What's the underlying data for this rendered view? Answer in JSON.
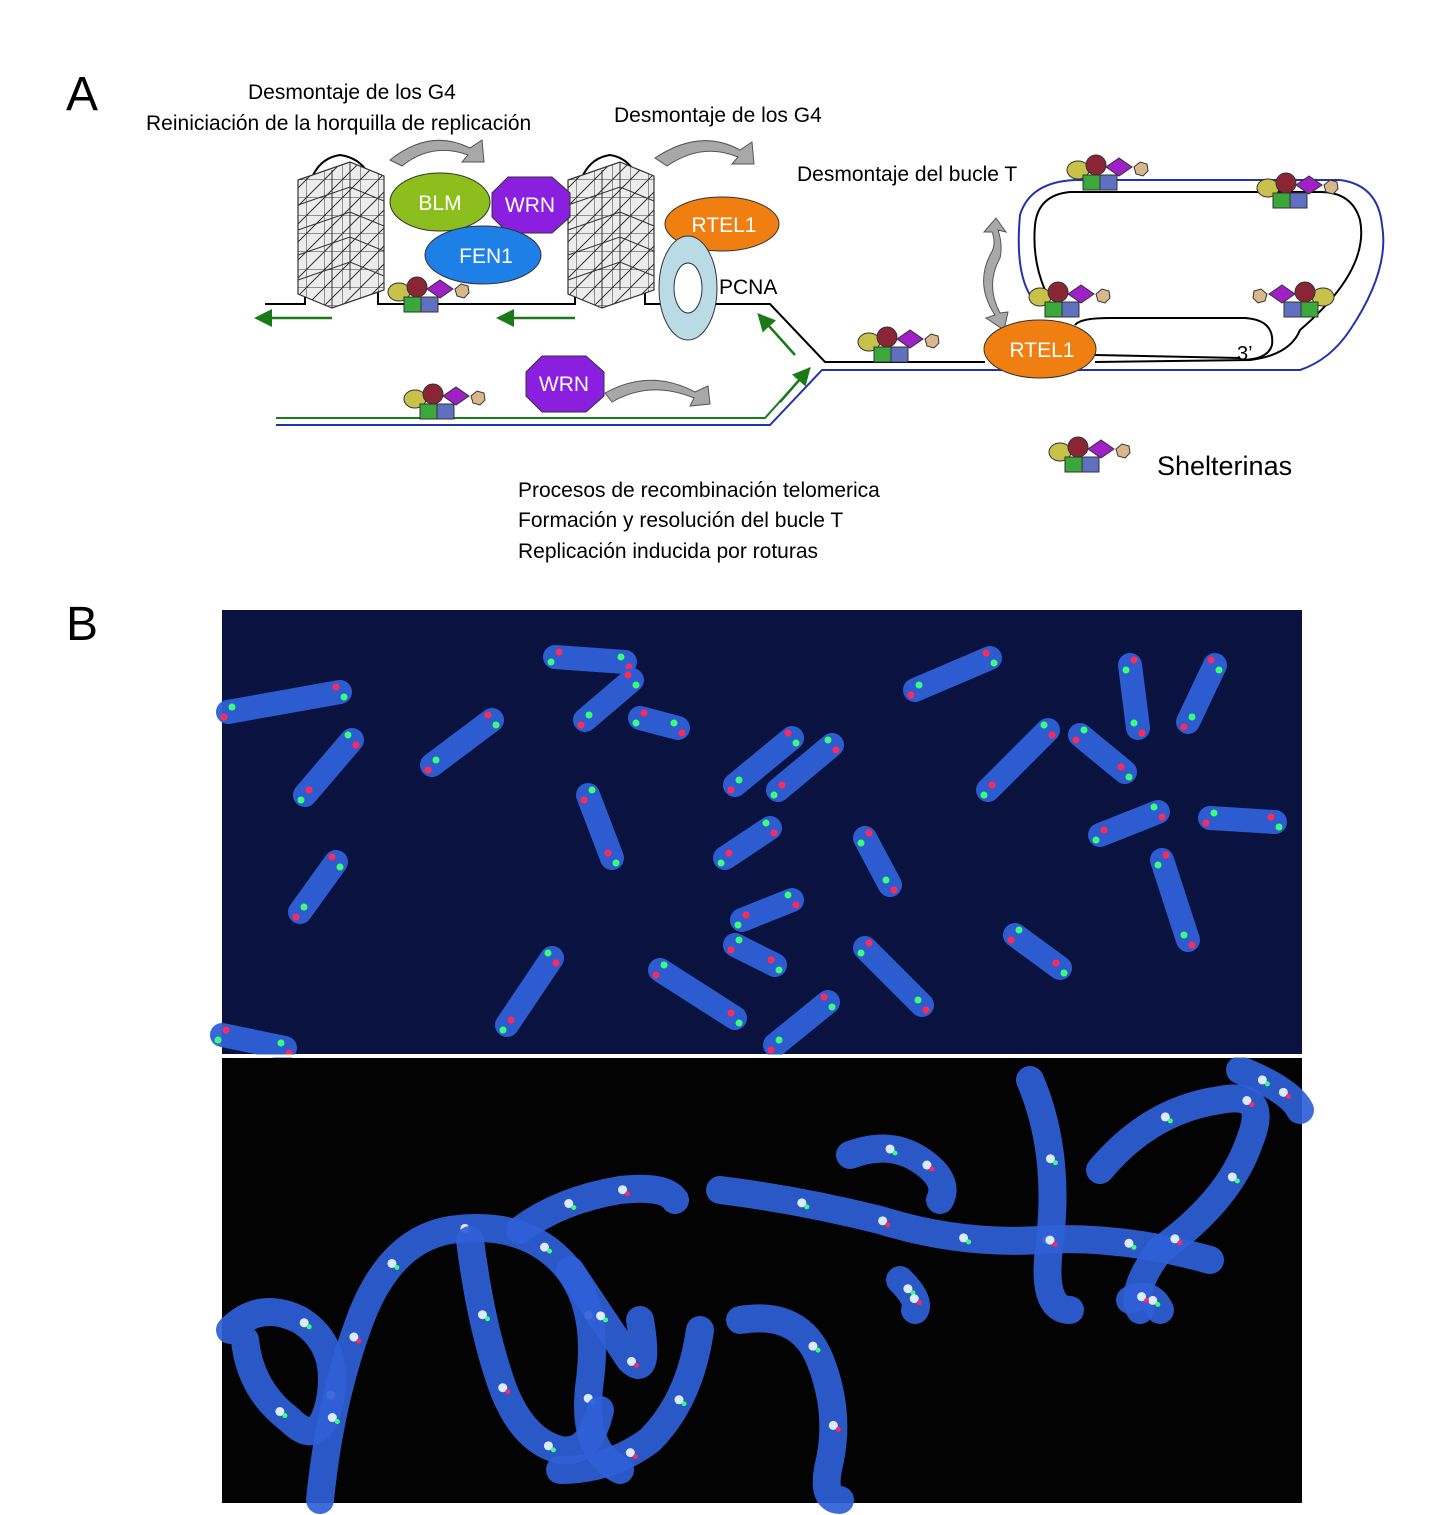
{
  "panels": {
    "a": "A",
    "b": "B"
  },
  "labels": {
    "g4_disassembly_1": "Desmontaje de los G4",
    "fork_restart": "Reiniciación de la horquilla de replicación",
    "g4_disassembly_2": "Desmontaje de los G4",
    "tloop_disassembly": "Desmontaje del bucle T",
    "pcna": "PCNA",
    "three_prime": "3’",
    "recombination": "Procesos de recombinación telomerica",
    "tloop_formation": "Formación y resolución del bucle T",
    "break_induced": "Replicación inducida por roturas"
  },
  "proteins": {
    "blm": "BLM",
    "wrn": "WRN",
    "fen1": "FEN1",
    "rtel1": "RTEL1"
  },
  "legend": {
    "shelterins": "Shelterinas"
  },
  "colors": {
    "blm": "#8cbf1e",
    "wrn": "#8b1fe0",
    "fen1": "#1e7fe6",
    "rtel1": "#f07f12",
    "pcna": "#b8dbe6",
    "dna_black": "#000000",
    "dna_green": "#1a7a1a",
    "dna_blue": "#2233aa",
    "arrow_green": "#1a7a1a",
    "arrow_gray": "#a8a8a8",
    "shelterin_yellow": "#c8c24a",
    "shelterin_maroon": "#8a2535",
    "shelterin_purple": "#a020c8",
    "shelterin_tan": "#d8b88a",
    "shelterin_green": "#3aa83a",
    "shelterin_blue": "#6070c0",
    "micrograph_top_bg": "#0a1340",
    "micrograph_bottom_bg": "#030303",
    "chromosome_blue": "#2f5fd8",
    "telomere_red": "#ff2a5a",
    "telomere_green": "#3aff7a"
  },
  "images": {
    "top": "metaphase chromosomes fluorescence micrograph",
    "bottom": "prophase chromosomes fluorescence micrograph"
  }
}
